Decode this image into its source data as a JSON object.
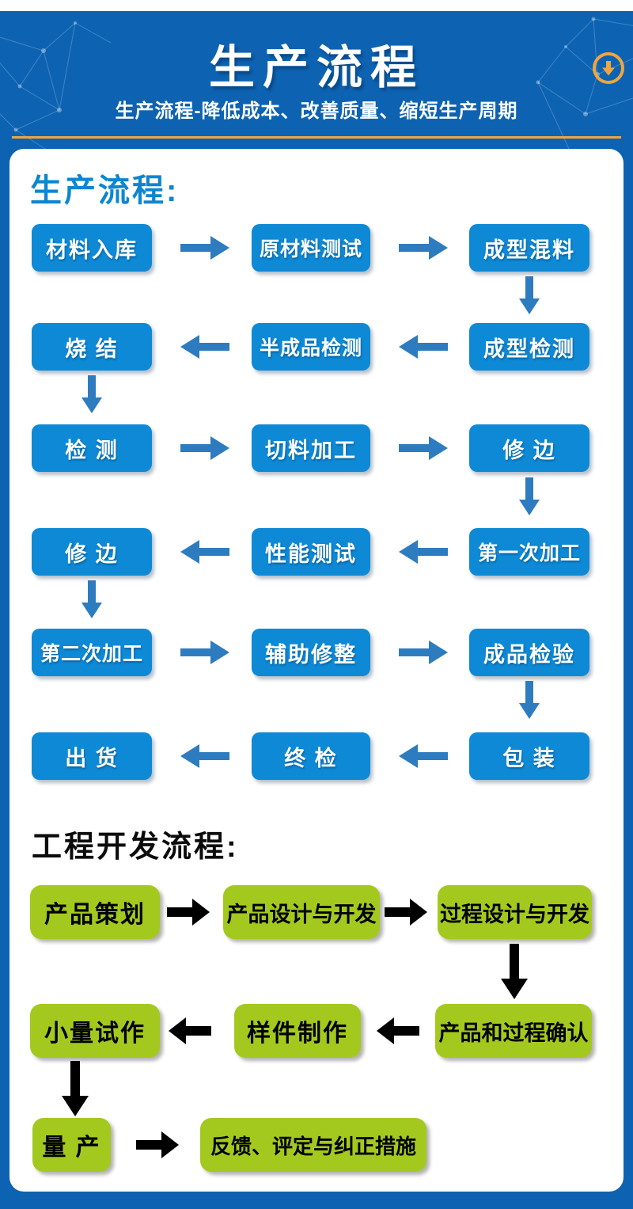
{
  "header": {
    "title": "生产流程",
    "subtitle": "生产流程-降低成本、改善质量、缩短生产周期",
    "download_icon": "circle-down-arrow-icon"
  },
  "production_flow": {
    "heading": "生产流程:",
    "rows": [
      {
        "direction": "right",
        "cells": [
          "材料入库",
          "原材料测试",
          "成型混料"
        ]
      },
      {
        "direction": "left",
        "cells": [
          "烧 结",
          "半成品检测",
          "成型检测"
        ]
      },
      {
        "direction": "right",
        "cells": [
          "检 测",
          "切料加工",
          "修 边"
        ]
      },
      {
        "direction": "left",
        "cells": [
          "修 边",
          "性能测试",
          "第一次加工"
        ]
      },
      {
        "direction": "right",
        "cells": [
          "第二次加工",
          "辅助修整",
          "成品检验"
        ]
      },
      {
        "direction": "left",
        "cells": [
          "出 货",
          "终 检",
          "包 装"
        ]
      }
    ]
  },
  "engineering_flow": {
    "heading": "工程开发流程:",
    "rows": [
      {
        "direction": "right",
        "cells": [
          "产品策划",
          "产品设计与开发",
          "过程设计与开发"
        ]
      },
      {
        "direction": "left",
        "cells": [
          "小量试作",
          "样件制作",
          "产品和过程确认"
        ]
      },
      {
        "direction": "right",
        "cells": [
          "量 产",
          "反馈、评定与纠正措施"
        ]
      }
    ]
  },
  "colors": {
    "header_bg": "#0d63b2",
    "accent_gold": "#efa53d",
    "step_blue": "#0e89d6",
    "arrow_blue": "#2e7cc0",
    "step_green": "#a4c91e",
    "heading_blue": "#0c86d0",
    "arrow_black": "#000000"
  }
}
